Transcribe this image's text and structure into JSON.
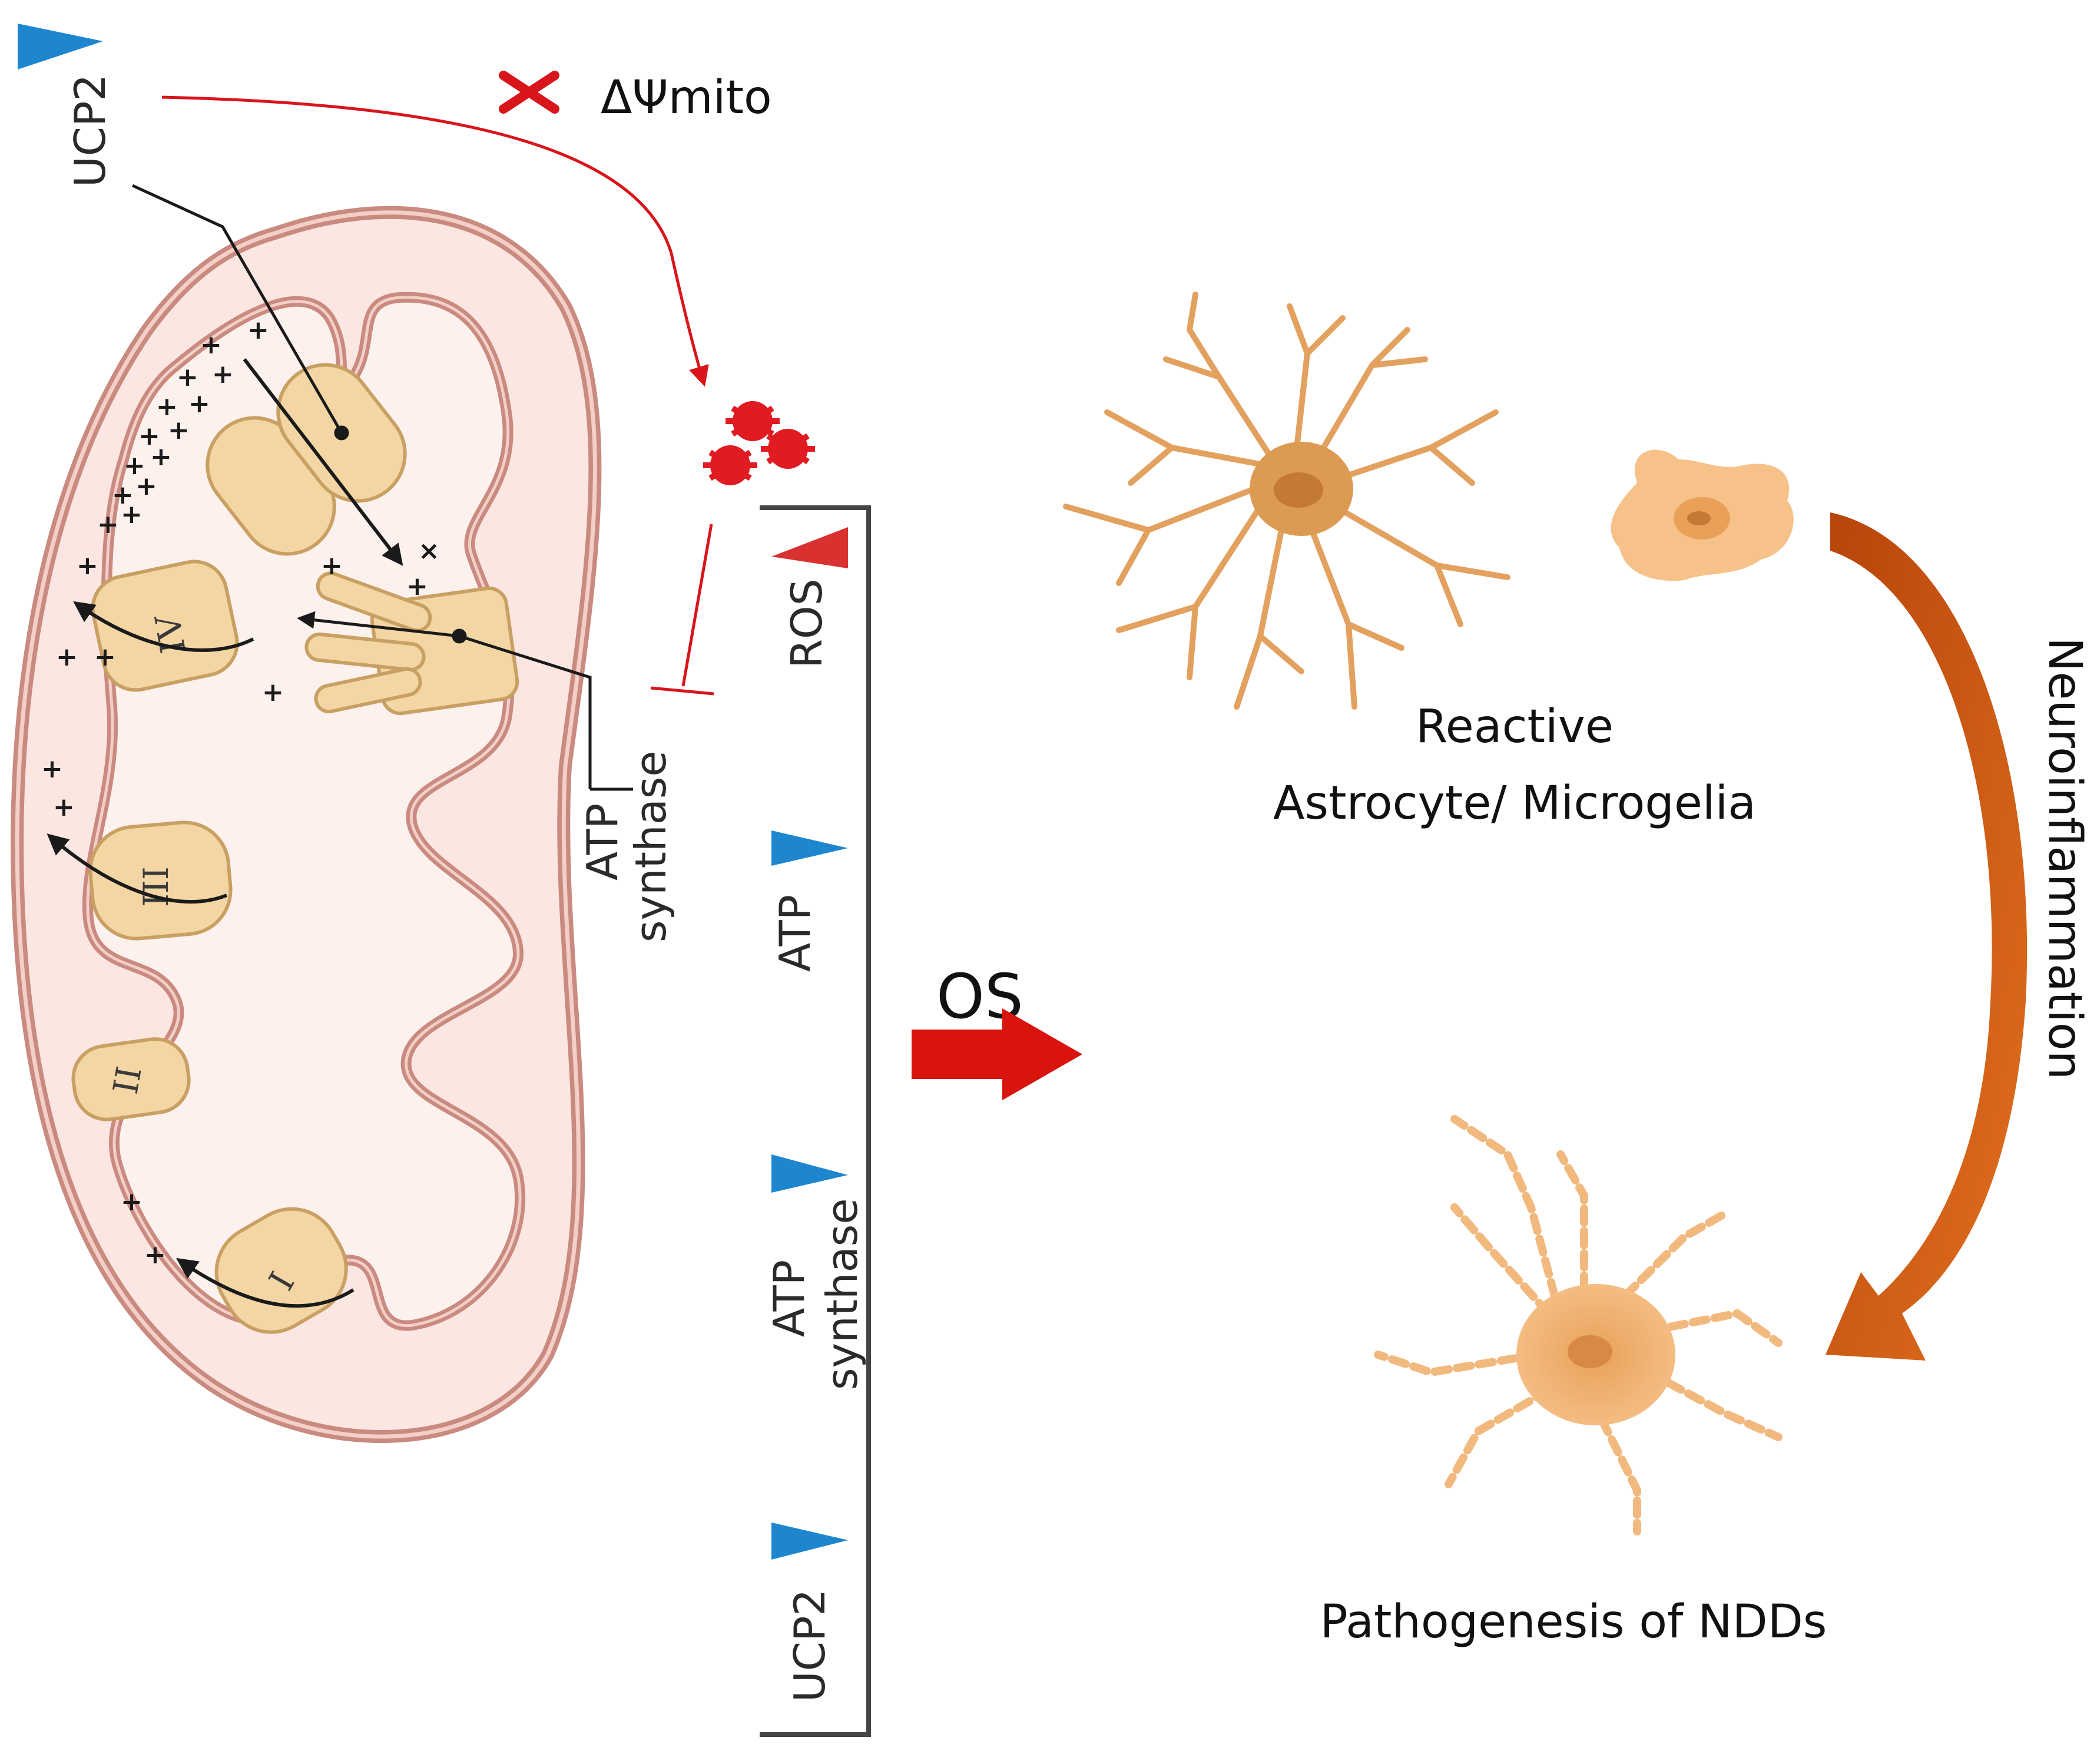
{
  "labels": {
    "ucp2_top": "UCP2",
    "delta_psi": "ΔΨmito",
    "atp_synthase_inner_1": "ATP",
    "atp_synthase_inner_2": "synthase",
    "bracket_ros": "ROS",
    "bracket_atp": "ATP",
    "bracket_atp_synthase_1": "ATP",
    "bracket_atp_synthase_2": "synthase",
    "bracket_ucp2": "UCP2",
    "os": "OS",
    "reactive_1": "Reactive",
    "reactive_2": "Astrocyte/ Microgelia",
    "neuroinflammation": "Neuroinflammation",
    "pathogenesis": "Pathogenesis of NDDs"
  },
  "complexes": {
    "complex_IV": "IV",
    "complex_III": "III",
    "complex_II": "II",
    "complex_I": "I"
  },
  "indicators": {
    "ucp2_top": "down",
    "delta_psi": "disrupted",
    "ros": "up",
    "atp": "down",
    "atp_synthase": "down",
    "ucp2": "down"
  },
  "colors": {
    "up_arrow": "#d9312f",
    "down_arrow": "#1e86cf",
    "os_arrow": "#d9140e",
    "neuro_arrow": "#c9520d",
    "cell": "#e3a15f",
    "membrane": "#c98a80",
    "matrix": "#fbe6e1",
    "complex_fill": "#f3d6a4",
    "cross": "#d8151b"
  }
}
